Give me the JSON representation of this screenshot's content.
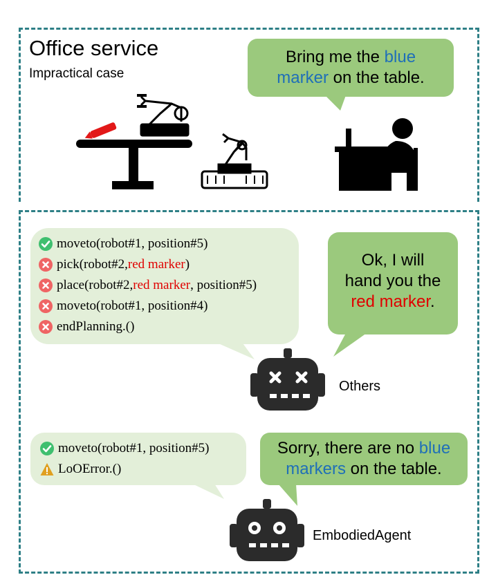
{
  "scene": {
    "title": "Office service",
    "subtitle": "Impractical case",
    "user_request": {
      "part1": "Bring me the ",
      "highlight": "blue",
      "part2": "marker",
      "part3": " on the table."
    }
  },
  "others": {
    "label": "Others",
    "plan": [
      {
        "status": "ok",
        "pre": "moveto(robot#1, position#5)",
        "hl": "",
        "post": ""
      },
      {
        "status": "fail",
        "pre": "pick(robot#2, ",
        "hl": "red marker",
        "post": ")"
      },
      {
        "status": "fail",
        "pre": "place(robot#2, ",
        "hl": "red marker",
        "post": ", position#5)"
      },
      {
        "status": "fail",
        "pre": "moveto(robot#1, position#4)",
        "hl": "",
        "post": ""
      },
      {
        "status": "fail",
        "pre": "endPlanning.()",
        "hl": "",
        "post": ""
      }
    ],
    "reply": {
      "line1": "Ok, I will",
      "line2": "hand you the",
      "highlight": "red marker",
      "end": "."
    }
  },
  "embodied": {
    "label": "EmbodiedAgent",
    "plan": [
      {
        "status": "ok",
        "pre": "moveto(robot#1, position#5)",
        "hl": "",
        "post": ""
      },
      {
        "status": "warn",
        "pre": "LoOError.()",
        "hl": "",
        "post": ""
      }
    ],
    "reply": {
      "part1": "Sorry, there are no ",
      "highlight1": "blue",
      "highlight2": "markers",
      "part2": " on the table."
    }
  },
  "colors": {
    "border": "#2e7f86",
    "speech_bubble": "#9bc97d",
    "plan_bubble": "#e3efd9",
    "blue_text": "#1f6fb8",
    "red_text": "#e00000",
    "ok": "#3fbf6f",
    "fail": "#ef6464",
    "warn": "#e0a020",
    "robot": "#2b2b2b"
  }
}
